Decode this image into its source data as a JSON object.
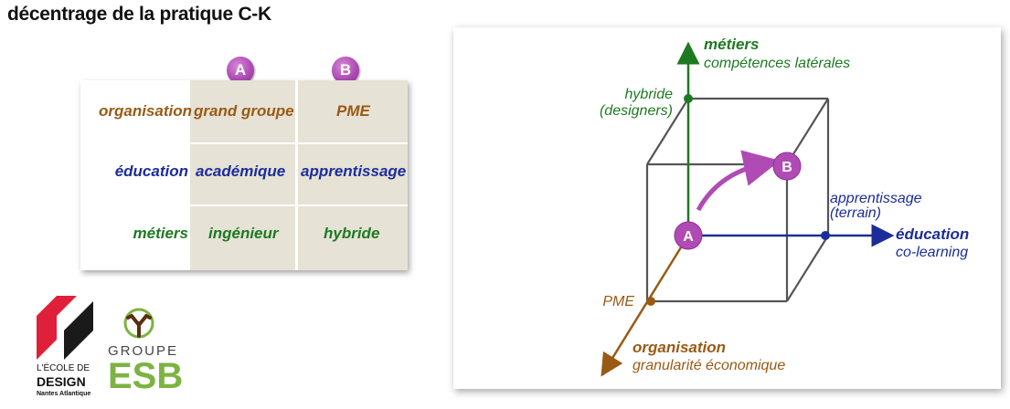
{
  "title": "décentrage de la pratique C-K",
  "colors": {
    "organisation": "#9a5a14",
    "education": "#1c2d9a",
    "metiers": "#1e7a22",
    "badge": "#b04bb5",
    "cube": "#555555",
    "ecole_red": "#e0203a",
    "esb_green": "#7cb342"
  },
  "matrix": {
    "columns": [
      "A",
      "B"
    ],
    "rows": [
      {
        "label": "organisation",
        "a": "grand groupe",
        "b": "PME"
      },
      {
        "label": "éducation",
        "a": "académique",
        "b": "apprentissage"
      },
      {
        "label": "métiers",
        "a": "ingénieur",
        "b": "hybride"
      }
    ]
  },
  "diagram": {
    "axis_metiers": {
      "title": "métiers",
      "subtitle": "compétences latérales"
    },
    "axis_education": {
      "title": "éducation",
      "subtitle": "co-learning"
    },
    "axis_organisation": {
      "title": "organisation",
      "subtitle": "granularité économique"
    },
    "point_hybride": {
      "line1": "hybride",
      "line2": "(designers)"
    },
    "point_apprentissage": {
      "line1": "apprentissage",
      "line2": "(terrain)"
    },
    "point_pme": "PME",
    "badge_a": "A",
    "badge_b": "B"
  },
  "logos": {
    "ecole": {
      "line1": "L'ÉCOLE DE",
      "line2": "DESIGN",
      "line3": "Nantes Atlantique"
    },
    "esb": {
      "line1": "GROUPE",
      "line2": "ESB"
    }
  }
}
